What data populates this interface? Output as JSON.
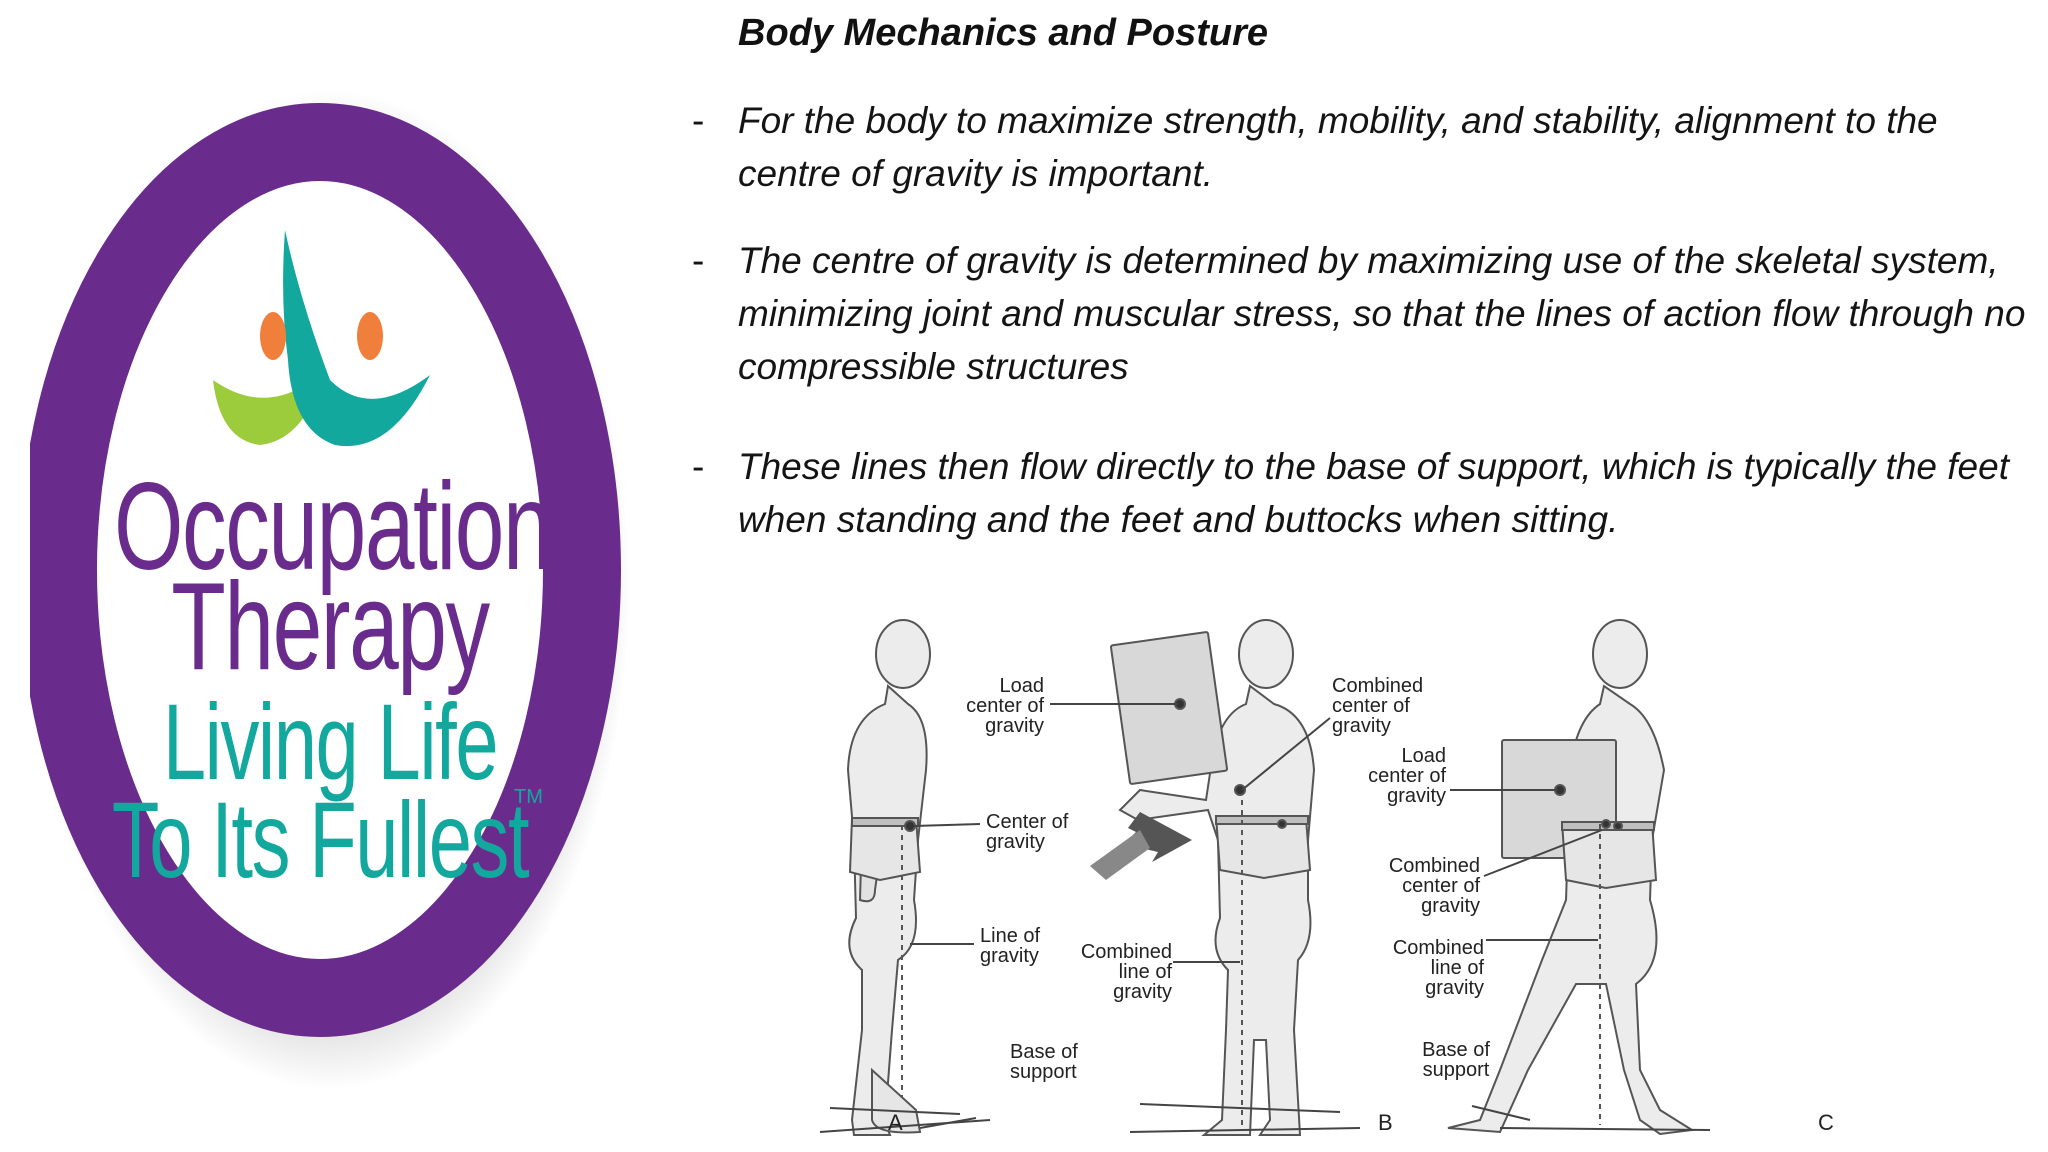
{
  "logo": {
    "word1": "Occupational",
    "word2": "Therapy",
    "tagline1": "Living Life",
    "tagline2": "To Its Fullest",
    "trademark": "TM",
    "colors": {
      "ring": "#6a2c8c",
      "primary_text": "#6a2c8c",
      "tagline": "#13a89e",
      "dot": "#f07f3c",
      "left_swoosh": "#9ccb3b",
      "right_swoosh": "#13a89e"
    }
  },
  "slide": {
    "title": "Body Mechanics and Posture",
    "bullets": [
      {
        "dash": "-",
        "text": "For the body to maximize strength, mobility, and stability, alignment to the centre of gravity is important."
      },
      {
        "dash": "-",
        "text": "The centre of gravity is determined by maximizing use of the skeletal system, minimizing joint and muscular stress, so that the lines of action flow through no compressible structures"
      },
      {
        "dash": "-",
        "text": "These lines then flow directly to the base of support, which is typically the feet when standing and the feet and buttocks when sitting."
      }
    ]
  },
  "figure": {
    "panelA": {
      "letter": "A",
      "center_of_gravity": "Center of\ngravity",
      "line_of_gravity": "Line of\ngravity",
      "base_of_support": "Base of\nsupport"
    },
    "panelB": {
      "letter": "B",
      "load_center": "Load\ncenter of\ngravity",
      "combined_center": "Combined\ncenter of\ngravity",
      "combined_line": "Combined\nline of\ngravity"
    },
    "panelC": {
      "letter": "C",
      "load_center": "Load\ncenter of\ngravity",
      "combined_center": "Combined\ncenter of\ngravity",
      "combined_line": "Combined\nline of\ngravity",
      "base_of_support": "Base of\nsupport"
    }
  }
}
